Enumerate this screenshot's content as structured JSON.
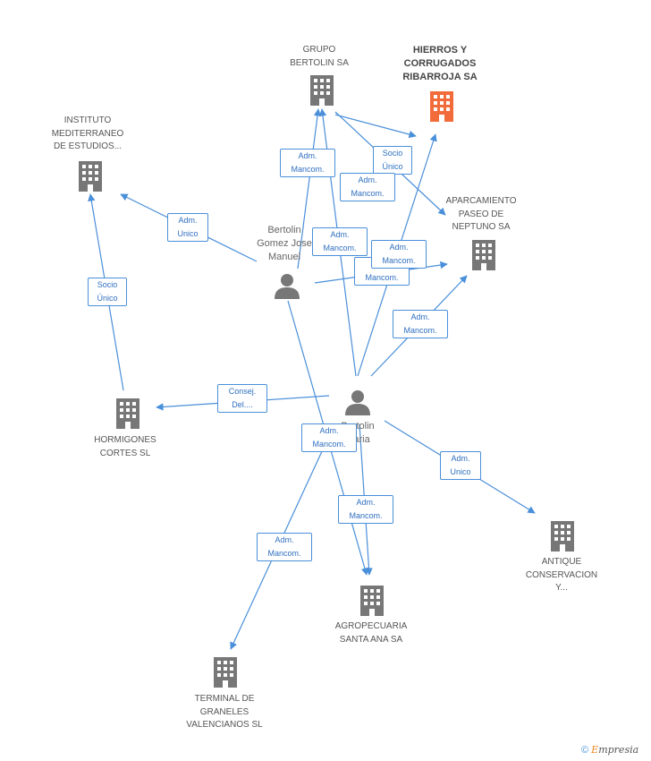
{
  "colors": {
    "edge": "#4a8fd9",
    "building": "#777777",
    "highlight": "#f26b3a",
    "person": "#777777"
  },
  "companies": {
    "grupo_bertolin": "GRUPO\nBERTOLIN SA",
    "hierros": "HIERROS Y\nCORRUGADOS\nRIBARROJA SA",
    "instituto": "INSTITUTO\nMEDITERRANEO\nDE ESTUDIOS...",
    "aparcamiento": "APARCAMIENTO\nPASEO DE\nNEPTUNO SA",
    "hormigones": "HORMIGONES\nCORTES SL",
    "antique": "ANTIQUE\nCONSERVACION\nY...",
    "agropecuaria": "AGROPECUARIA\nSANTA ANA SA",
    "terminal": "TERMINAL DE\nGRANELES\nVALENCIANOS SL"
  },
  "persons": {
    "p1": "Bertolin\nGomez Jose\nManuel",
    "p2": "Bertolin\nMaria"
  },
  "edge_labels": {
    "e1": "Adm.\nMancom.",
    "e2": "Socio\nÚnico",
    "e3": "Adm.\nMancom.",
    "e4": "Adm.\nUnico",
    "e5": "Adm.\nMancom.",
    "e6": "Adm.\nMancom.",
    "e7": "Adm.\nMancom.",
    "e8": "Socio\nÚnico",
    "e9": "Adm.\nMancom.",
    "e10": "Consej.\nDel....",
    "e11": "Adm.\nMancom.",
    "e12": "Adm.\nUnico",
    "e13": "Adm.\nMancom.",
    "e14": "Adm.\nMancom."
  },
  "footer": {
    "copyright": "©",
    "brand_initial": "E",
    "brand_rest": "mpresia"
  }
}
